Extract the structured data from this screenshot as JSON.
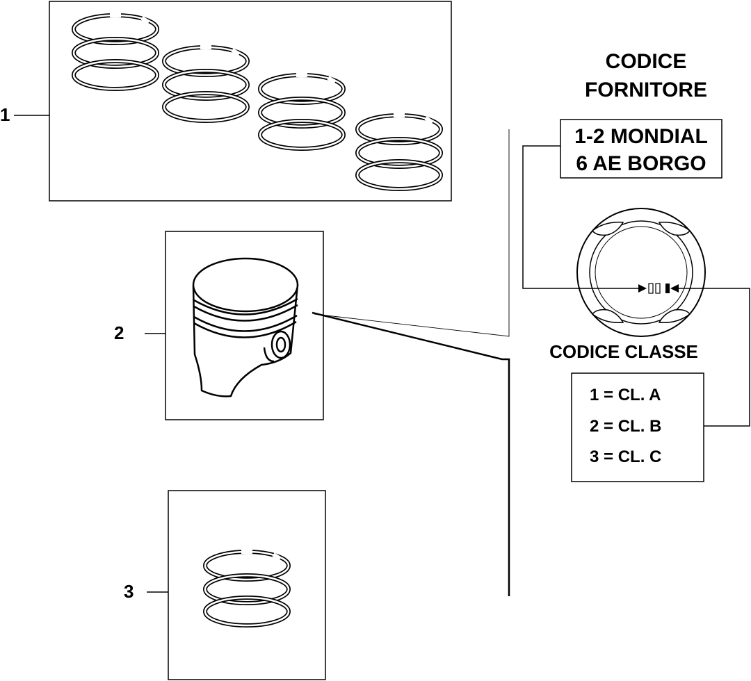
{
  "callouts": [
    "1",
    "2",
    "3"
  ],
  "supplier_code": {
    "heading_line1": "CODICE",
    "heading_line2": "FORNITORE",
    "box_line1": "1-2 MONDIAL",
    "box_line2": "6 AE BORGO"
  },
  "class_code": {
    "heading": "CODICE CLASSE",
    "rows": [
      "1 = CL. A",
      "2 = CL. B",
      "3 = CL. C"
    ]
  },
  "icons": {
    "ring_sets": "piston-ring-set-icon",
    "piston": "piston-icon",
    "piston_top": "piston-top-view-icon",
    "line_color": "#000000"
  }
}
